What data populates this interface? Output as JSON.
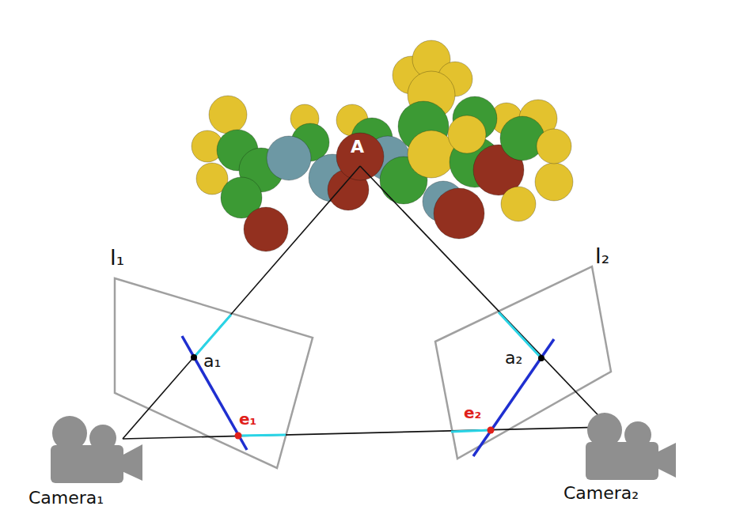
{
  "diagram": {
    "labels": [
      "A",
      "I₁",
      "I₂",
      "a₁",
      "a₂",
      "e₁",
      "e₂",
      "Camera₁",
      "Camera₂"
    ]
  }
}
